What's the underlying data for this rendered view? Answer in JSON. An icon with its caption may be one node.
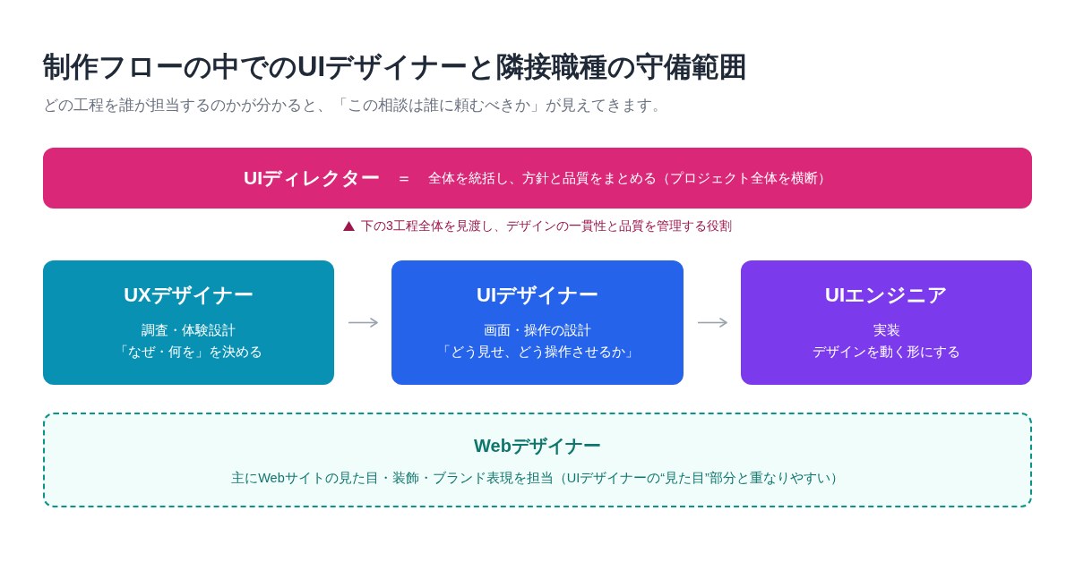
{
  "diagram": {
    "title": "制作フローの中でのUIデザイナーと隣接職種の守備範囲",
    "nodes": [
      {
        "text": [
          "UIディレクター",
          "＝",
          "全体を統括し、方針と品質をまとめる（プロジェクト全体を横断）"
        ],
        "beside": [
          "下の3工程全体を見渡し、デザインの一貫性と品質を管理する役割"
        ]
      },
      {
        "text": [
          "UXデザイナー",
          "調査・体験設計",
          "「なぜ・何を」を決める"
        ]
      },
      {
        "text": [
          "UIデザイナー",
          "画面・操作の設計",
          "「どう見せ、どう操作させるか」"
        ]
      },
      {
        "text": [
          "UIエンジニア",
          "実装",
          "デザインを動く形にする"
        ]
      },
      {
        "text": [
          "Webデザイナー",
          "主にWebサイトの見た目・装飾・ブランド表現を担当（UIデザイナーの“見た目”部分と重なりやすい）"
        ]
      }
    ],
    "edges": [
      {
        "from": 1,
        "to": 2,
        "arrow": "to"
      },
      {
        "from": 2,
        "to": 3,
        "arrow": "to"
      }
    ],
    "labels": [
      "どの工程を誰が担当するのかが分かると、「この相談は誰に頼むべきか」が見えてきます。"
    ]
  }
}
